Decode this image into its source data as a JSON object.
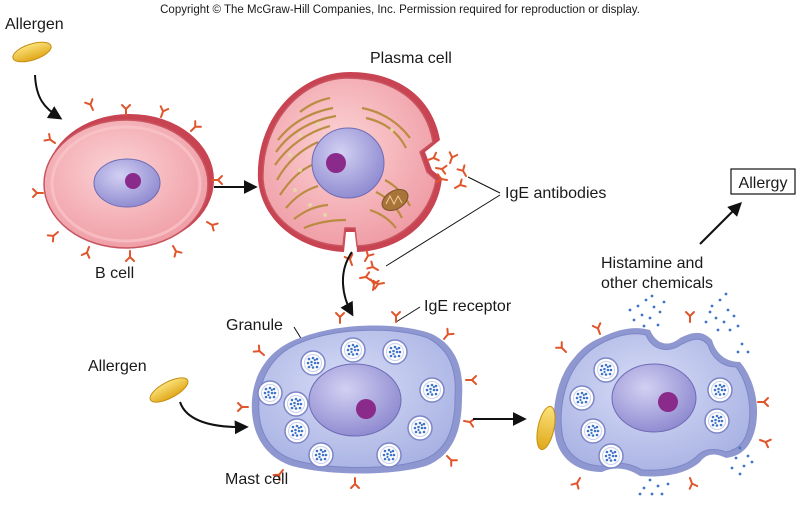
{
  "copyright": "Copyright © The McGraw-Hill Companies, Inc. Permission required for reproduction or display.",
  "labels": {
    "allergen_top": "Allergen",
    "b_cell": "B cell",
    "plasma_cell": "Plasma cell",
    "ige_antibodies": "IgE antibodies",
    "allergy": "Allergy",
    "histamine_line1": "Histamine and",
    "histamine_line2": "other chemicals",
    "ige_receptor": "IgE receptor",
    "granule": "Granule",
    "allergen_bottom": "Allergen",
    "mast_cell": "Mast cell"
  },
  "colors": {
    "b_cell_fill": "#f3a7ae",
    "b_cell_rim": "#d9535f",
    "nucleus_fill": "#a9a6dd",
    "nucleolus": "#8a2a8a",
    "mast_cell_fill": "#bcc4ec",
    "mast_cell_rim": "#8e97cf",
    "granule_dot": "#3f74c9",
    "antibody": "#e0552b",
    "allergen": "#f2c12e",
    "er_brown": "#b88a3c"
  }
}
